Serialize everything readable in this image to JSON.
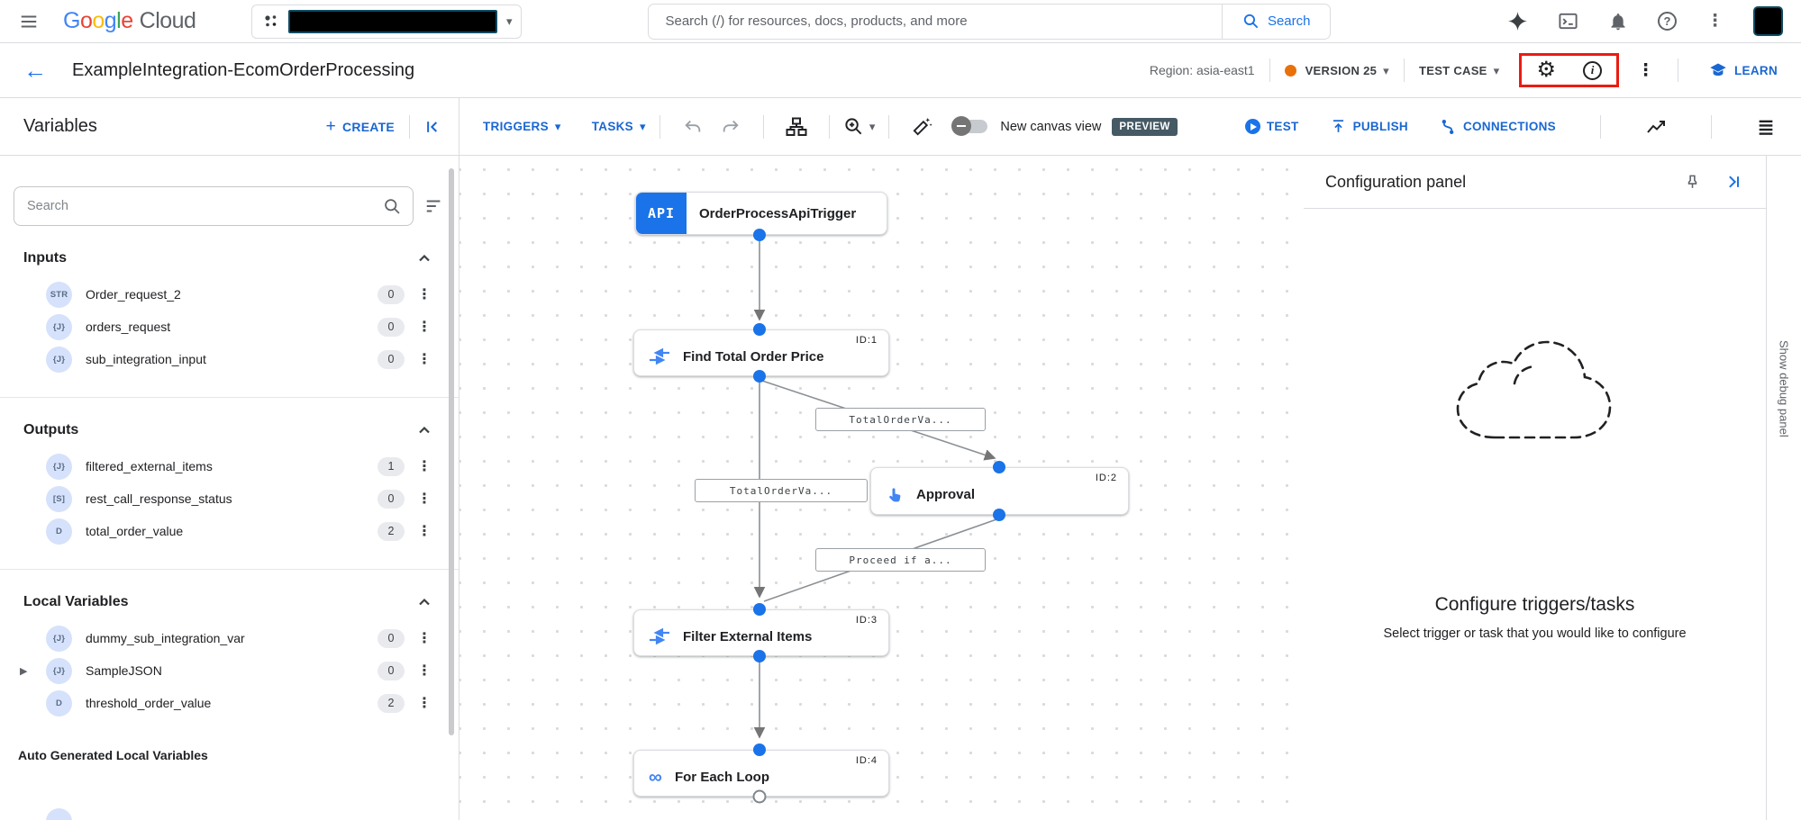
{
  "icons": {
    "caret_down": "▾",
    "kebab": "⋮",
    "gear": "⚙",
    "info_i": "i",
    "question": "?",
    "back_arrow": "←",
    "plus": "+",
    "expand_right": "▶",
    "infinity": "∞",
    "api_label": "API"
  },
  "topbar": {
    "logo_google_letters": [
      "G",
      "o",
      "o",
      "g",
      "l",
      "e"
    ],
    "logo_cloud": "Cloud",
    "search_placeholder": "Search (/) for resources, docs, products, and more",
    "search_button_label": "Search"
  },
  "appbar": {
    "title": "ExampleIntegration-EcomOrderProcessing",
    "region_label": "Region: asia-east1",
    "version_label": "VERSION 25",
    "test_case_label": "TEST CASE",
    "learn_label": "LEARN"
  },
  "variables_panel": {
    "title": "Variables",
    "create_label": "CREATE",
    "search_placeholder": "Search",
    "sections": [
      {
        "title": "Inputs",
        "items": [
          {
            "type": "STR",
            "name": "Order_request_2",
            "count": "0"
          },
          {
            "type": "{J}",
            "name": "orders_request",
            "count": "0"
          },
          {
            "type": "{J}",
            "name": "sub_integration_input",
            "count": "0"
          }
        ]
      },
      {
        "title": "Outputs",
        "items": [
          {
            "type": "{J}",
            "name": "filtered_external_items",
            "count": "1"
          },
          {
            "type": "[S]",
            "name": "rest_call_response_status",
            "count": "0"
          },
          {
            "type": "D",
            "name": "total_order_value",
            "count": "2"
          }
        ]
      },
      {
        "title": "Local Variables",
        "items": [
          {
            "type": "{J}",
            "name": "dummy_sub_integration_var",
            "count": "0"
          },
          {
            "type": "{J}",
            "name": "SampleJSON",
            "count": "0"
          },
          {
            "type": "D",
            "name": "threshold_order_value",
            "count": "2"
          }
        ]
      }
    ],
    "footer_heading": "Auto Generated Local Variables"
  },
  "canvas_toolbar": {
    "triggers_label": "TRIGGERS",
    "tasks_label": "TASKS",
    "toggle_label": "New canvas view",
    "preview_badge": "PREVIEW",
    "test_label": "TEST",
    "publish_label": "PUBLISH",
    "connections_label": "CONNECTIONS"
  },
  "canvas": {
    "nodes": [
      {
        "title": "OrderProcessApiTrigger",
        "id_label": ""
      },
      {
        "title": "Find Total Order Price",
        "id_label": "ID:1"
      },
      {
        "title": "Approval",
        "id_label": "ID:2"
      },
      {
        "title": "Filter External Items",
        "id_label": "ID:3"
      },
      {
        "title": "For Each Loop",
        "id_label": "ID:4"
      }
    ],
    "edge_labels": [
      "TotalOrderVa...",
      "TotalOrderVa...",
      "Proceed if a..."
    ]
  },
  "config_panel": {
    "title": "Configuration panel",
    "empty_heading": "Configure triggers/tasks",
    "empty_subtext": "Select trigger or task that you would like to configure"
  },
  "debug_panel_label": "Show debug panel",
  "colors": {
    "accent_blue": "#1a73e8",
    "version_dot_orange": "#e8710a",
    "preview_badge_bg": "#455a64",
    "annotation_red": "#ea1b12",
    "badge_blue_bg": "#d6e2fb"
  }
}
